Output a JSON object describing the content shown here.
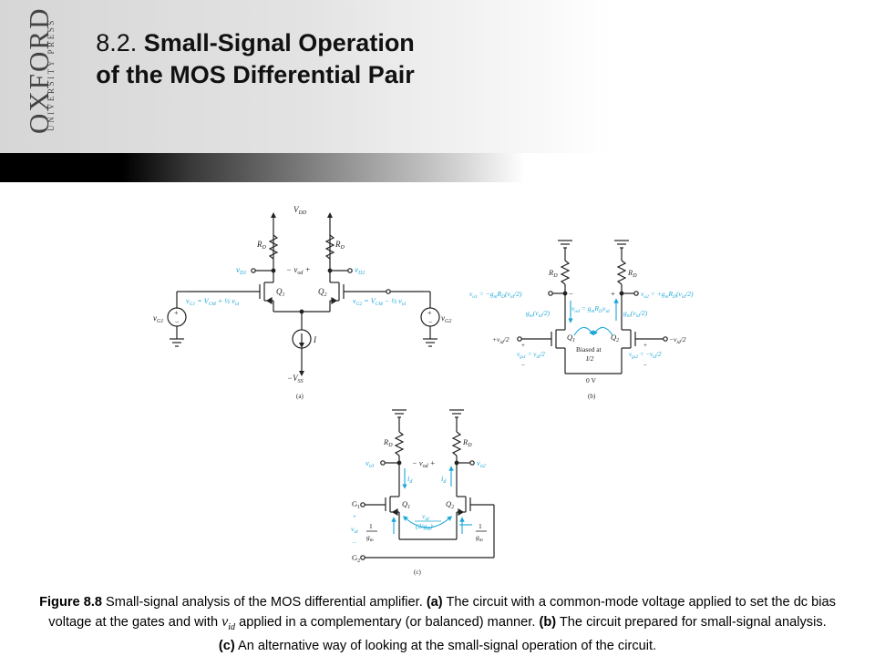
{
  "header": {
    "logo_main": "OXFORD",
    "logo_sub": "UNIVERSITY PRESS",
    "title_number": "8.2.",
    "title_text": "Small-Signal Operation of the MOS Differential Pair"
  },
  "figure_a": {
    "vdd": "V",
    "vdd_sub": "DD",
    "rd_left": "R",
    "rd_right": "R",
    "rd_sub": "D",
    "vd1": "v",
    "vd1_sub": "D1",
    "vd2": "v",
    "vd2_sub": "D2",
    "vod": "− v",
    "vod_sub": "od",
    "vod_plus": "+",
    "q1": "Q",
    "q1_sub": "1",
    "q2": "Q",
    "q2_sub": "2",
    "vg1_label": "v",
    "vg1_label_sub": "G1",
    "vg2_label": "v",
    "vg2_label_sub": "G2",
    "vg1_expr": "v",
    "vg1_expr_sub": "G1",
    "vg1_expr_rest": " = V",
    "vg1_expr_cm": "CM",
    "vg1_expr_tail": " + ½ v",
    "vg1_expr_id": "id",
    "vg2_expr": "v",
    "vg2_expr_sub": "G2",
    "vg2_expr_rest": " = V",
    "vg2_expr_cm": "CM",
    "vg2_expr_tail": " − ½ v",
    "vg2_expr_id": "id",
    "plus": "+",
    "minus": "−",
    "current": "I",
    "vss": "−V",
    "vss_sub": "SS",
    "label": "(a)"
  },
  "figure_b": {
    "rd": "R",
    "rd_sub": "D",
    "vo1": "v",
    "vo1_sub": "o1",
    "vo1_expr": " = −g",
    "vo1_gm": "m",
    "vo1_rd": "R",
    "vo1_rd_sub": "D",
    "vo1_tail": "(v",
    "vo1_tail_sub": "id",
    "vo1_end": "/2)",
    "vo2": "v",
    "vo2_sub": "o2",
    "vo2_expr": " = +g",
    "vo2_gm": "m",
    "vo2_rd": "R",
    "vo2_rd_sub": "D",
    "vo2_tail": "(v",
    "vo2_tail_sub": "id",
    "vo2_end": "/2)",
    "vod_minus": "−",
    "vod_plus": "+",
    "vod_expr": "v",
    "vod_expr_sub": "od",
    "vod_expr_rest": " = g",
    "vod_expr_gm": "m",
    "vod_expr_rd": "R",
    "vod_expr_rd_sub": "D",
    "vod_expr_v": "v",
    "vod_expr_v_sub": "id",
    "gm_left": "g",
    "gm_left_sub": "m",
    "gm_left_rest": "(v",
    "gm_left_id": "id",
    "gm_left_end": "/2)",
    "gm_right": "g",
    "gm_right_sub": "m",
    "gm_right_rest": "(v",
    "gm_right_id": "id",
    "gm_right_end": "/2)",
    "vin_left": "+v",
    "vin_left_sub": "id",
    "vin_left_end": "/2",
    "vin_right": "−v",
    "vin_right_sub": "id",
    "vin_right_end": "/2",
    "q1": "Q",
    "q1_sub": "1",
    "q2": "Q",
    "q2_sub": "2",
    "biased_line1": "Biased at",
    "biased_line2": "I/2",
    "vgs1": "v",
    "vgs1_sub": "gs1",
    "vgs1_rest": " = v",
    "vgs1_id": "id",
    "vgs1_end": "/2",
    "vgs2": "v",
    "vgs2_sub": "gs2",
    "vgs2_rest": " = −v",
    "vgs2_id": "id",
    "vgs2_end": "/2",
    "plus": "+",
    "minus": "−",
    "zero_v": "0 V",
    "label": "(b)"
  },
  "figure_c": {
    "rd": "R",
    "rd_sub": "D",
    "vo1": "v",
    "vo1_sub": "o1",
    "vo2": "v",
    "vo2_sub": "o2",
    "vod_minus": "−",
    "vod": "− v",
    "vod_sub": "od",
    "vod_plus": "+",
    "id_left": "i",
    "id_left_sub": "d",
    "id_right": "i",
    "id_right_sub": "d",
    "g1": "G",
    "g1_sub": "1",
    "g2": "G",
    "g2_sub": "2",
    "q1": "Q",
    "q1_sub": "1",
    "q2": "Q",
    "q2_sub": "2",
    "plus": "+",
    "minus": "−",
    "vid": "v",
    "vid_sub": "id",
    "frac_num": "1",
    "frac_den": "g",
    "frac_den_sub": "m",
    "center_num": "v",
    "center_num_sub": "id",
    "center_den": "(2/g",
    "center_den_sub": "m",
    "center_den_end": ")",
    "label": "(c)"
  },
  "caption": {
    "fig": "Figure 8.8",
    "s1": " Small-signal analysis of the MOS differential amplifier. ",
    "a": "(a)",
    "s2": " The circuit with a common-mode voltage applied to set the dc bias voltage at the gates and with ",
    "vid": "v",
    "vid_sub": "id",
    "s3": " applied in a complementary (or balanced) manner. ",
    "b": "(b)",
    "s4": " The circuit prepared for small-signal analysis. ",
    "c": "(c)",
    "s5": " An alternative way of looking at the small-signal operation of the circuit."
  },
  "colors": {
    "accent_cyan": "#1aa7d8",
    "ink": "#222222"
  }
}
